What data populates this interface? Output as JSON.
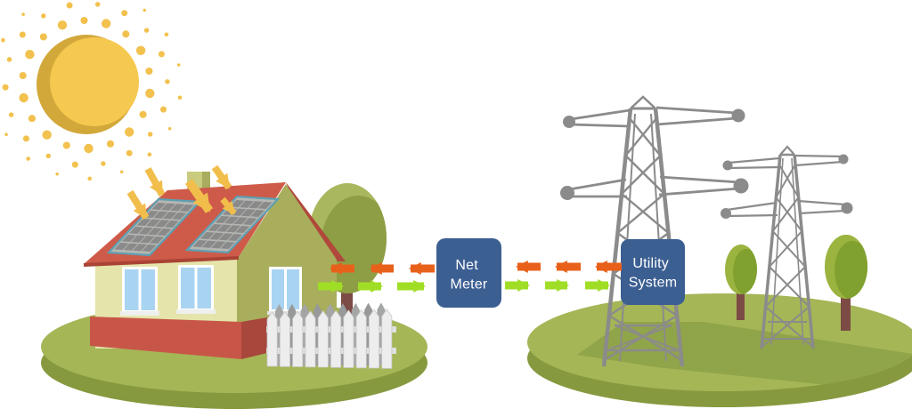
{
  "diagram": {
    "nodes": {
      "net_meter": {
        "label": "Net Meter",
        "line1": "Net",
        "line2": "Meter",
        "color": "#3C5F92",
        "text_color": "#FFFFFF"
      },
      "utility_system": {
        "label": "Utility System",
        "line1": "Utility",
        "line2": "System",
        "color": "#3C5F92",
        "text_color": "#FFFFFF"
      }
    },
    "flows": {
      "from_grid": {
        "color": "#E8611B",
        "direction": "left",
        "segments_per_span": 3,
        "spans": 2
      },
      "to_grid": {
        "color": "#A0DE26",
        "direction": "right",
        "segments_per_span": 3,
        "spans": 2
      }
    },
    "colors": {
      "sun": "#F5C84F",
      "sun_shade": "#D2A83B",
      "sun_rays": "#F2C14E",
      "sunlight_arrow": "#F1BE4C",
      "roof": "#CE5B49",
      "roof_shadow": "#A94335",
      "roof_far": "#B0483B",
      "wall_front": "#E5E5AB",
      "wall_side": "#A8AE5C",
      "base_red": "#C85648",
      "base_red_dark": "#A8473C",
      "window_blue": "#A9D4F1",
      "chimney": "#C9CC7F",
      "chimney_dark": "#A9AC5F",
      "solar_panel": "#8A8A8A",
      "panel_frame": "#B5B7B2",
      "panel_edge": "#5E9FB3",
      "ground_top": "#A4B656",
      "ground_side": "#87993F",
      "ground_path": "#90A449",
      "tree_light": "#A9B85E",
      "tree_dark": "#8E9E45",
      "small_tree_light": "#9AB43F",
      "small_tree_dark": "#80A02F",
      "trunk": "#7C4B45",
      "tower": "#8B8B8B",
      "fence": "#EDEDED"
    },
    "icons": [
      "sun-icon",
      "house-icon",
      "solar-panel-icon",
      "sunlight-arrow-icon",
      "tree-icon",
      "picket-fence-icon",
      "transmission-tower-icon",
      "flow-arrow-left-icon",
      "flow-arrow-right-icon"
    ]
  }
}
